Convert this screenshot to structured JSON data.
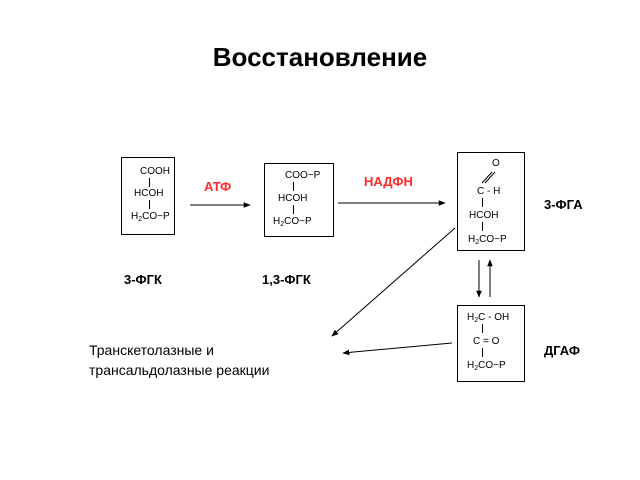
{
  "title": "Восстановление",
  "compounds": {
    "pga3": {
      "line1": "COOH",
      "line2": "HCOH",
      "line3_h": "H",
      "line3_sub": "2",
      "line3_rest": "CO~P",
      "label": "3-ФГК"
    },
    "bpg13": {
      "line1": "COO~P",
      "line2": "HCOH",
      "line3_h": "H",
      "line3_sub": "2",
      "line3_rest": "CO~P",
      "label": "1,3-ФГК"
    },
    "ga3p": {
      "line1": "O",
      "line2": "C - H",
      "line3": "HCOH",
      "line4_h": "H",
      "line4_sub": "2",
      "line4_rest": "CO~P",
      "label": "3-ФГА"
    },
    "dhap": {
      "line1_h": "H",
      "line1_sub": "2",
      "line1_rest": "C - OH",
      "line2": "C = O",
      "line3_h": "H",
      "line3_sub": "2",
      "line3_rest": "CO~P",
      "label": "ДГАФ"
    }
  },
  "cofactors": {
    "atp": "АТФ",
    "nadph": "НАДФН"
  },
  "note": {
    "line1": "Транскетолазные и",
    "line2": "трансальдолазные реакции"
  },
  "colors": {
    "cofactor": "#ff2a2a",
    "line": "#000000"
  }
}
